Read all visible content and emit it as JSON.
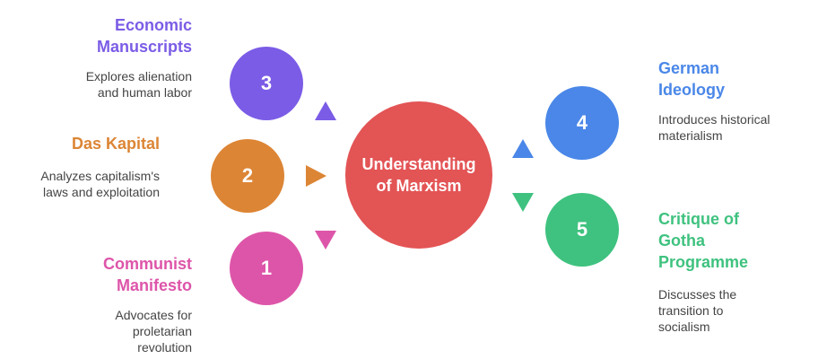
{
  "center": {
    "label": "Understanding of Marxism",
    "color": "#E35455"
  },
  "items": [
    {
      "number": "3",
      "title": "Economic Manuscripts",
      "description": "Explores alienation and human labor",
      "color": "#7B5CE6"
    },
    {
      "number": "2",
      "title": "Das Kapital",
      "description": "Analyzes capitalism's laws and exploitation",
      "color": "#DC8535"
    },
    {
      "number": "1",
      "title": "Communist Manifesto",
      "description": "Advocates for proletarian revolution",
      "color": "#DD55A9"
    },
    {
      "number": "4",
      "title": "German Ideology",
      "description": "Introduces historical materialism",
      "color": "#4A87E8"
    },
    {
      "number": "5",
      "title": "Critique of Gotha Programme",
      "description": "Discusses the transition to socialism",
      "color": "#3FC27F"
    }
  ]
}
